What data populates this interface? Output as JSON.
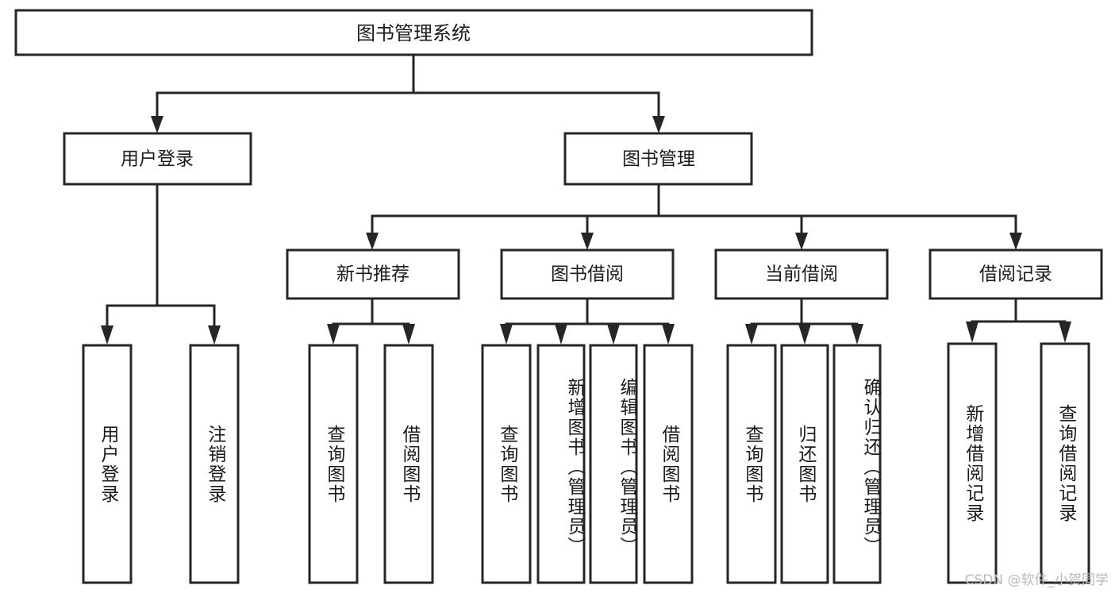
{
  "diagram": {
    "type": "tree",
    "title": "图书管理系统",
    "root": {
      "id": "root",
      "label": "图书管理系统"
    },
    "level2": [
      {
        "id": "user-login",
        "label": "用户登录"
      },
      {
        "id": "book-manage",
        "label": "图书管理"
      }
    ],
    "level3": [
      {
        "id": "new-book-rec",
        "label": "新书推荐"
      },
      {
        "id": "book-borrow",
        "label": "图书借阅"
      },
      {
        "id": "current-borrow",
        "label": "当前借阅"
      },
      {
        "id": "borrow-record",
        "label": "借阅记录"
      }
    ],
    "leaves": {
      "user_login": [
        {
          "id": "leaf-user-login",
          "label": "用户登录"
        },
        {
          "id": "leaf-logout",
          "label": "注销登录"
        }
      ],
      "new_book_rec": [
        {
          "id": "leaf-query-book-1",
          "label": "查询图书"
        },
        {
          "id": "leaf-borrow-book-1",
          "label": "借阅图书"
        }
      ],
      "book_borrow": [
        {
          "id": "leaf-query-book-2",
          "label": "查询图书"
        },
        {
          "id": "leaf-add-book",
          "label": "新增图书（管理员）"
        },
        {
          "id": "leaf-edit-book",
          "label": "编辑图书（管理员）"
        },
        {
          "id": "leaf-borrow-book-2",
          "label": "借阅图书"
        }
      ],
      "current_borrow": [
        {
          "id": "leaf-query-book-3",
          "label": "查询图书"
        },
        {
          "id": "leaf-return-book",
          "label": "归还图书"
        },
        {
          "id": "leaf-confirm-return",
          "label": "确认归还（管理员）"
        }
      ],
      "borrow_record": [
        {
          "id": "leaf-add-record",
          "label": "新增借阅记录"
        },
        {
          "id": "leaf-query-record",
          "label": "查询借阅记录"
        }
      ]
    },
    "colors": {
      "stroke": "#262626",
      "fill": "#ffffff",
      "text": "#1b1b1b",
      "background": "#ffffff",
      "watermark": "#b9b9b9"
    }
  },
  "watermark": {
    "text": "CSDN @软件_小贺同学"
  }
}
